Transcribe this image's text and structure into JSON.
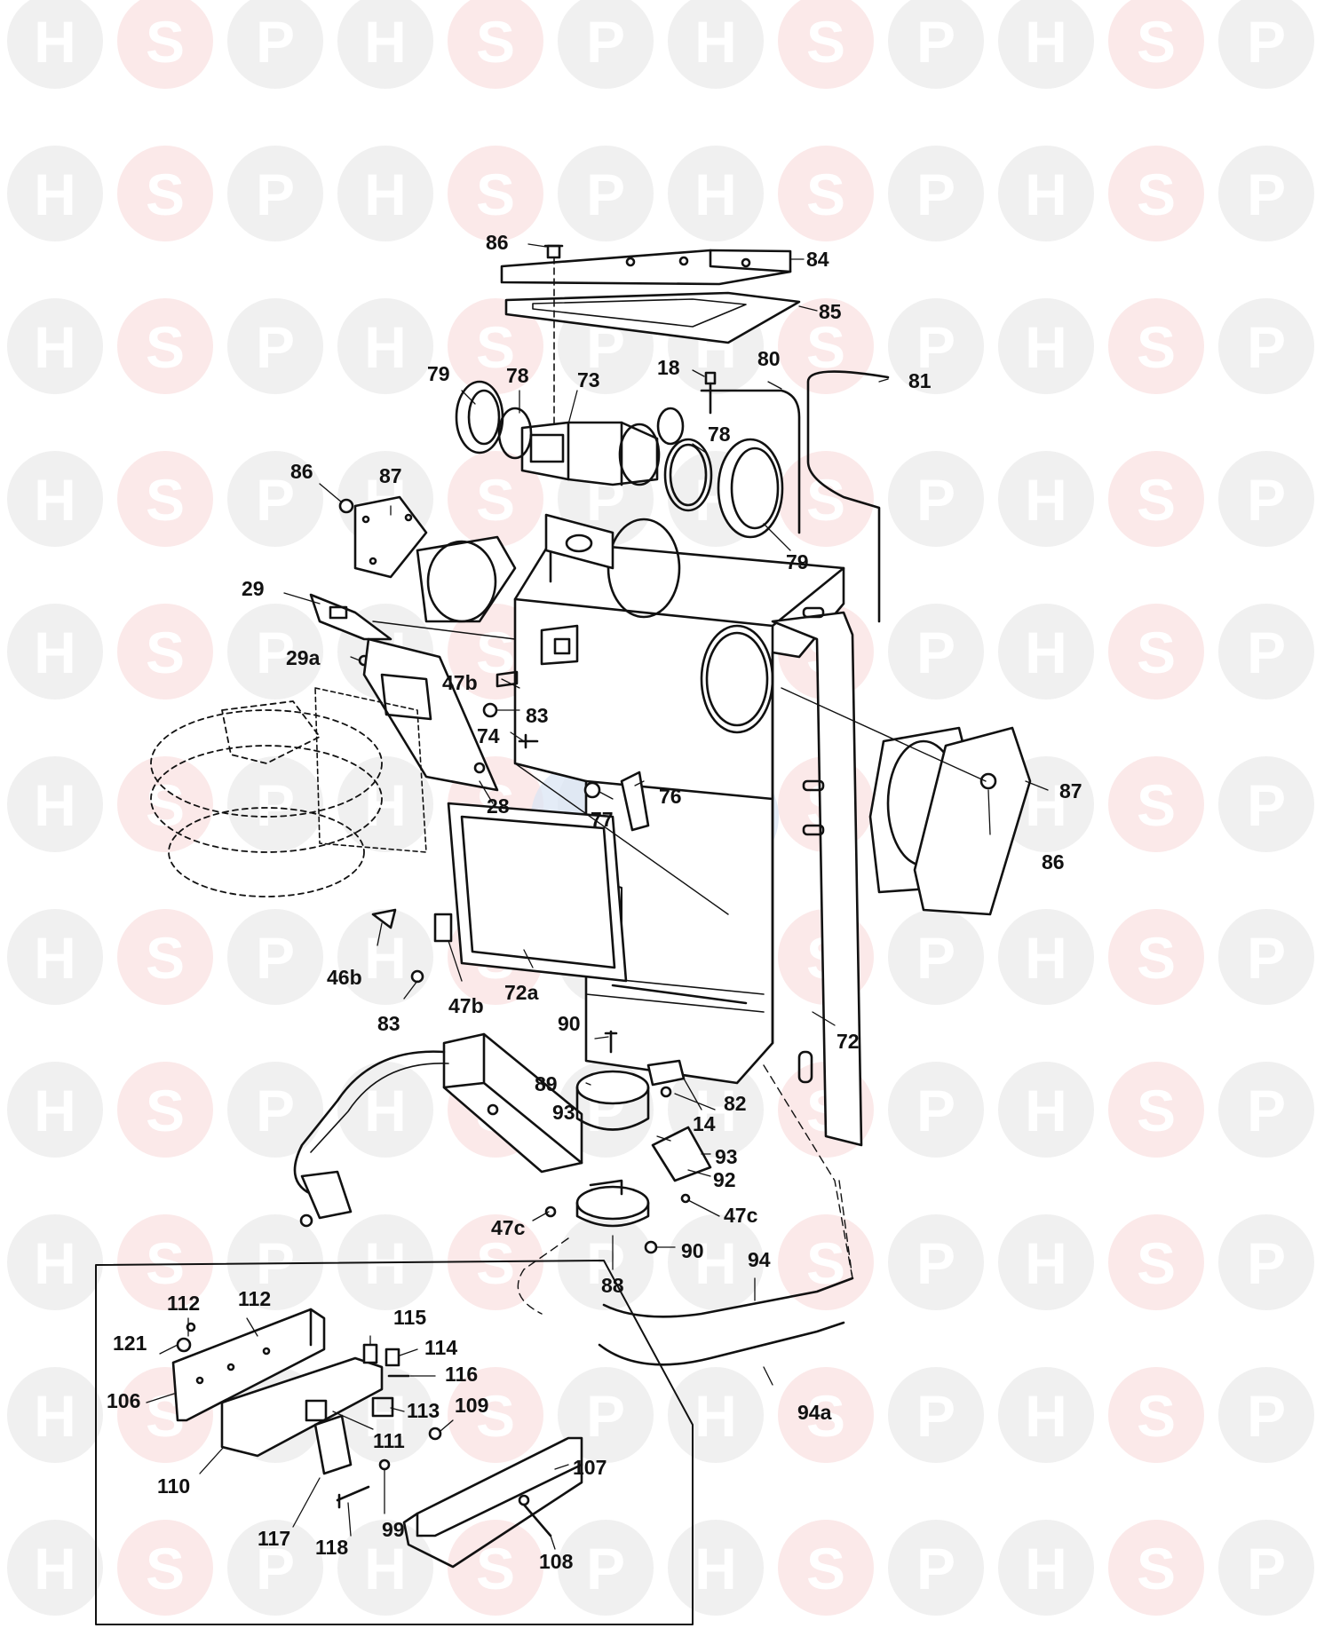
{
  "diagram": {
    "watermark_letters": [
      "H",
      "S",
      "P"
    ],
    "watermark_colors": {
      "outer_circle": "#f0f0f0",
      "middle_circle": "#fbe9e9",
      "letter": "#ffffff",
      "logo_red": "#f2c9c9",
      "logo_blue": "#cfe0f2"
    },
    "line_color": "#111111",
    "labels": {
      "l86a": "86",
      "l84": "84",
      "l85": "85",
      "l18": "18",
      "l80": "80",
      "l81": "81",
      "l79a": "79",
      "l78a": "78",
      "l73": "73",
      "l78b": "78",
      "l79b": "79",
      "l86b": "86",
      "l87a": "87",
      "l29": "29",
      "l29a": "29a",
      "l47ba": "47b",
      "l83a": "83",
      "l74": "74",
      "l28": "28",
      "l77": "77",
      "l76": "76",
      "l87b": "87",
      "l86c": "86",
      "l46b": "46b",
      "l83b": "83",
      "l47bb": "47b",
      "l72a": "72a",
      "l90a": "90",
      "l72": "72",
      "l89": "89",
      "l14": "14",
      "l82": "82",
      "l93a": "93",
      "l93b": "93",
      "l92": "92",
      "l47ca": "47c",
      "l47cb": "47c",
      "l90b": "90",
      "l88": "88",
      "l94": "94",
      "l94a": "94a",
      "l112a": "112",
      "l112b": "112",
      "l121": "121",
      "l115": "115",
      "l114": "114",
      "l116": "116",
      "l106": "106",
      "l113": "113",
      "l109": "109",
      "l111": "111",
      "l107": "107",
      "l110": "110",
      "l117": "117",
      "l99": "99",
      "l118": "118",
      "l108": "108"
    }
  }
}
